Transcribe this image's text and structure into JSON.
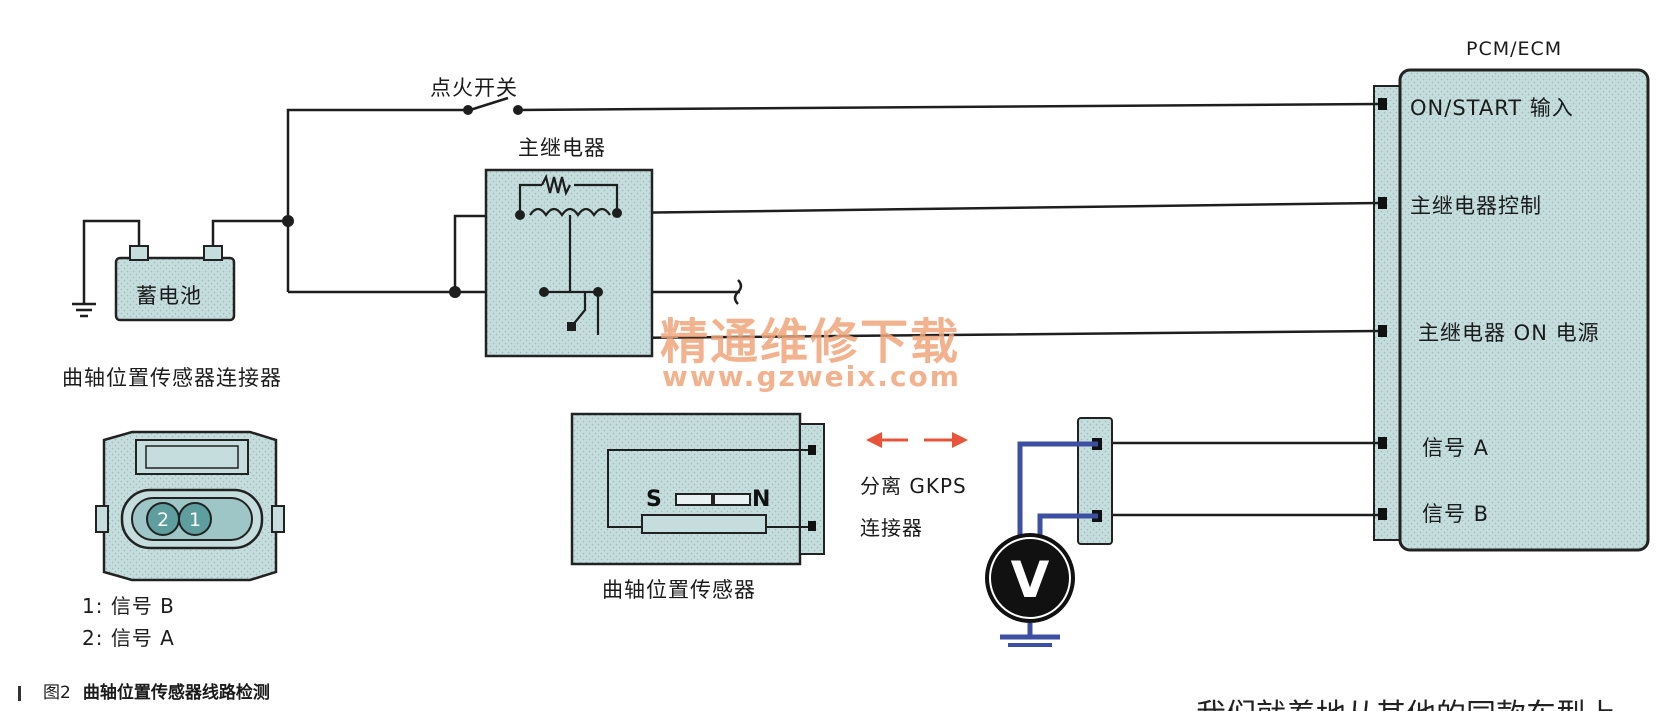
{
  "diagram": {
    "ecm_title": "PCM/ECM",
    "ecm_pins": [
      "ON/START 输入",
      "主继电器控制",
      "主继电器 ON 电源",
      "信号 A",
      "信号 B"
    ],
    "ignition_switch": "点火开关",
    "main_relay": "主继电器",
    "battery": "蓄电池",
    "connector_title": "曲轴位置传感器连接器",
    "connector_pin_1": "1",
    "connector_pin_2": "2",
    "pin_note_1": "1: 信号 B",
    "pin_note_2": "2: 信号 A",
    "sensor_title": "曲轴位置传感器",
    "sensor_s": "S",
    "sensor_n": "N",
    "disconnect_line1": "分离 GKPS",
    "disconnect_line2": "连接器",
    "voltmeter": "V",
    "watermark_cn": "精通维修下载",
    "watermark_url": "www.gzweix.com",
    "caption_fig": "图2",
    "caption_text": "曲轴位置传感器线路检测",
    "bottom_text": "我们就着地从其他的同款车型上"
  },
  "colors": {
    "component_fill": "#c5dddd",
    "wire": "#1e1e1e",
    "voltmeter_lead": "#3d4fa3",
    "arrow": "#e8553a",
    "watermark": "#f0a57a"
  }
}
